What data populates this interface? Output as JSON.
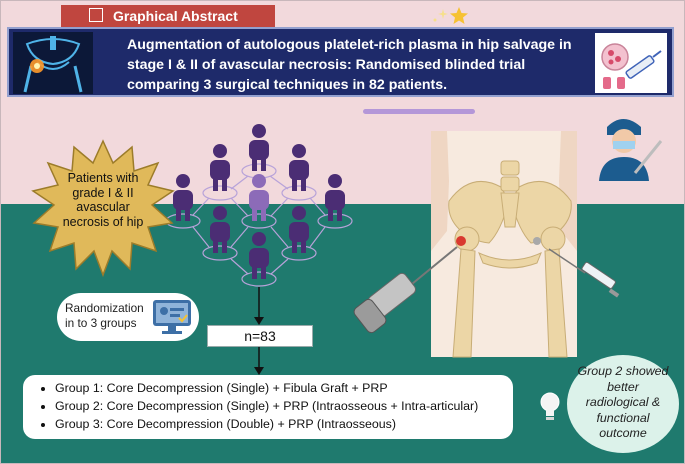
{
  "tag": {
    "label": "Graphical Abstract"
  },
  "header": {
    "title": "Augmentation of autologous platelet-rich plasma in hip salvage in stage I & II of avascular necrosis: Randomised blinded trial comparing 3 surgical techniques in 82 patients."
  },
  "patients": {
    "text": "Patients with grade I & II avascular necrosis of hip"
  },
  "randomization": {
    "text": "Randomization in to 3 groups"
  },
  "count": {
    "text": "n=83"
  },
  "groups": [
    "Group 1: Core Decompression (Single) + Fibula Graft + PRP",
    "Group 2: Core Decompression (Single) + PRP (Intraosseous + Intra-articular)",
    "Group 3: Core Decompression (Double) + PRP (Intraosseous)"
  ],
  "result": {
    "text": "Group 2 showed better radiological & functional outcome"
  },
  "icons": {
    "tag": "document-icon",
    "header_left": "hip-xray-icon",
    "header_right": "prp-syringe-icon",
    "stars": "sparkle-stars-icon",
    "network": "patient-network-icon",
    "randomization": "computer-monitor-icon",
    "pelvis": "pelvis-anatomy-illustration",
    "drill": "surgical-drill-icon",
    "syringe": "syringe-icon",
    "surgeon": "surgeon-icon",
    "bulb": "lightbulb-icon"
  },
  "colors": {
    "background_top": "#f2d9dc",
    "background_bottom": "#1f7a6e",
    "header": "#1e2a6a",
    "tag": "#c0463f",
    "accent_purple": "#b497d8",
    "person": "#4b2d74",
    "burst": "#e0b95a",
    "result_bubble": "#dcf2ea"
  }
}
